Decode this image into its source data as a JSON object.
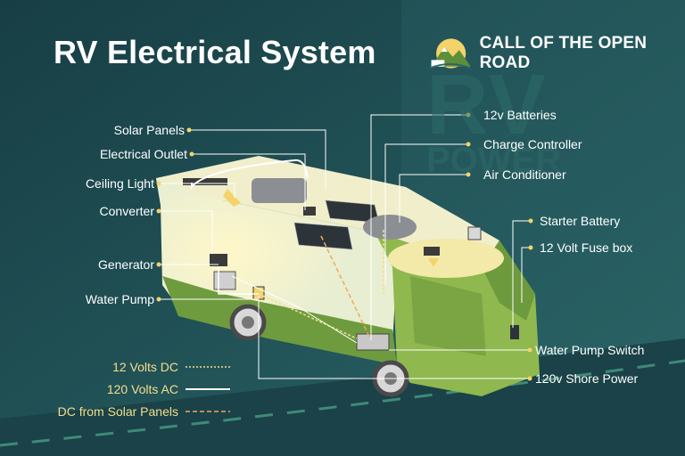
{
  "title": "RV Electrical System",
  "brand": {
    "name": "CALL OF THE OPEN ROAD"
  },
  "watermark": {
    "line1": "RV",
    "line2": "POWER"
  },
  "labels_left": {
    "solar_panels": "Solar Panels",
    "electrical_outlet": "Electrical Outlet",
    "ceiling_light": "Ceiling Light",
    "converter": "Converter",
    "generator": "Generator",
    "water_pump": "Water Pump"
  },
  "labels_right": {
    "batteries": "12v Batteries",
    "charge_controller": "Charge Controller",
    "air_conditioner": "Air Conditioner",
    "starter_battery": "Starter Battery",
    "fuse_box": "12 Volt Fuse box",
    "water_pump_switch": "Water Pump Switch",
    "shore_power": "120v Shore Power"
  },
  "legend": [
    {
      "label": "12 Volts DC",
      "style": "dotted",
      "color": "#f3df8c"
    },
    {
      "label": "120 Volts AC",
      "style": "solid",
      "color": "#ffffff"
    },
    {
      "label": "DC from Solar Panels",
      "style": "dashed",
      "color": "#f0a860"
    }
  ],
  "colors": {
    "background": "#1f4f55",
    "accent_yellow": "#f4d36a",
    "rv_green": "#8fb84e",
    "rv_light": "#d9e8b0"
  }
}
